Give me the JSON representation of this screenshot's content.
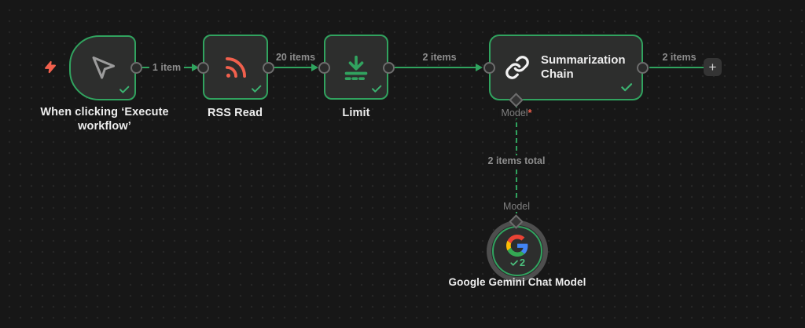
{
  "colors": {
    "canvas_bg": "#171717",
    "accent_green": "#2fa35e",
    "check_green": "#4cc07d",
    "salmon": "#f1604d",
    "node_bg": "#2d2e2d",
    "label_gray": "#8d8d8d",
    "label_white": "#ededed"
  },
  "nodes": {
    "trigger": {
      "label": "When clicking ‘Execute workflow’"
    },
    "rss": {
      "label": "RSS Read"
    },
    "limit": {
      "label": "Limit"
    },
    "summarization": {
      "label": "Summarization Chain"
    },
    "gemini": {
      "label": "Google Gemini Chat Model",
      "run_count": "2"
    }
  },
  "connections": {
    "trigger_to_rss": "1 item",
    "rss_to_limit": "20 items",
    "limit_to_chain": "2 items",
    "chain_output": "2 items",
    "chain_to_model": "2 items total",
    "model_port_label": "Model",
    "model_required_mark": "*",
    "model_input_label": "Model"
  },
  "buttons": {
    "add_node": "+"
  }
}
